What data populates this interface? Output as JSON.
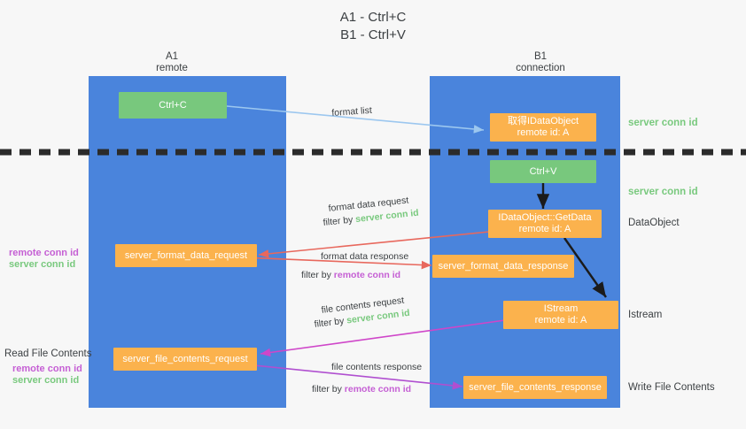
{
  "title": "A1 - Ctrl+C\nB1 - Ctrl+V",
  "lanes": [
    {
      "name": "a1-lane",
      "header": "A1\nremote"
    },
    {
      "name": "b1-lane",
      "header": "B1\nconnection"
    }
  ],
  "boxes": {
    "ctrl_c": {
      "line1": "Ctrl+C",
      "line2": ""
    },
    "idataobject": {
      "line1": "取得IDataObject",
      "line2": "remote id: A"
    },
    "ctrl_v": {
      "line1": "Ctrl+V",
      "line2": ""
    },
    "getdata": {
      "line1": "IDataObject::GetData",
      "line2": "remote id: A"
    },
    "server_format_data_request": {
      "line1": "server_format_data_request",
      "line2": ""
    },
    "server_format_data_response": {
      "line1": "server_format_data_response",
      "line2": ""
    },
    "istream": {
      "line1": "IStream",
      "line2": "remote id: A"
    },
    "server_file_contents_request": {
      "line1": "server_file_contents_request",
      "line2": ""
    },
    "server_file_contents_response": {
      "line1": "server_file_contents_response",
      "line2": ""
    }
  },
  "edge_labels": {
    "format_list": "format list",
    "format_data_request": "format data request",
    "format_data_request_filter_prefix": "filter by ",
    "format_data_request_filter_value": "server conn id",
    "format_data_response": "format data response",
    "format_data_response_filter_prefix": "filter by ",
    "format_data_response_filter_value": "remote conn id",
    "file_contents_request": "file contents request",
    "file_contents_request_filter_prefix": "filter by ",
    "file_contents_request_filter_value": "server conn id",
    "file_contents_response": "file contents response",
    "file_contents_response_filter_prefix": "filter by ",
    "file_contents_response_filter_value": "remote conn id"
  },
  "right_labels": {
    "server_conn_id_top": "server conn id",
    "server_conn_id_mid": "server conn id",
    "dataobject": "DataObject",
    "istream": "Istream",
    "write_file_contents": "Write File Contents"
  },
  "left_labels": {
    "remote_conn_id_1": "remote conn id",
    "server_conn_id_1": "server conn id",
    "read_file_contents": "Read File Contents",
    "remote_conn_id_2": "remote conn id",
    "server_conn_id_2": "server conn id"
  },
  "colors": {
    "lane": "#4a84dc",
    "green_box": "#78c87d",
    "orange_box": "#fbb24d",
    "server_conn_id": "#79c97e",
    "remote_conn_id": "#c55fd4",
    "arrow_blue": "#9cc7ef",
    "arrow_red": "#e8685d",
    "arrow_magenta": "#cf46c9",
    "arrow_purple": "#a martinez",
    "arrow_black": "#1b1b1b",
    "background": "#f7f7f7",
    "text": "#3c4043"
  }
}
